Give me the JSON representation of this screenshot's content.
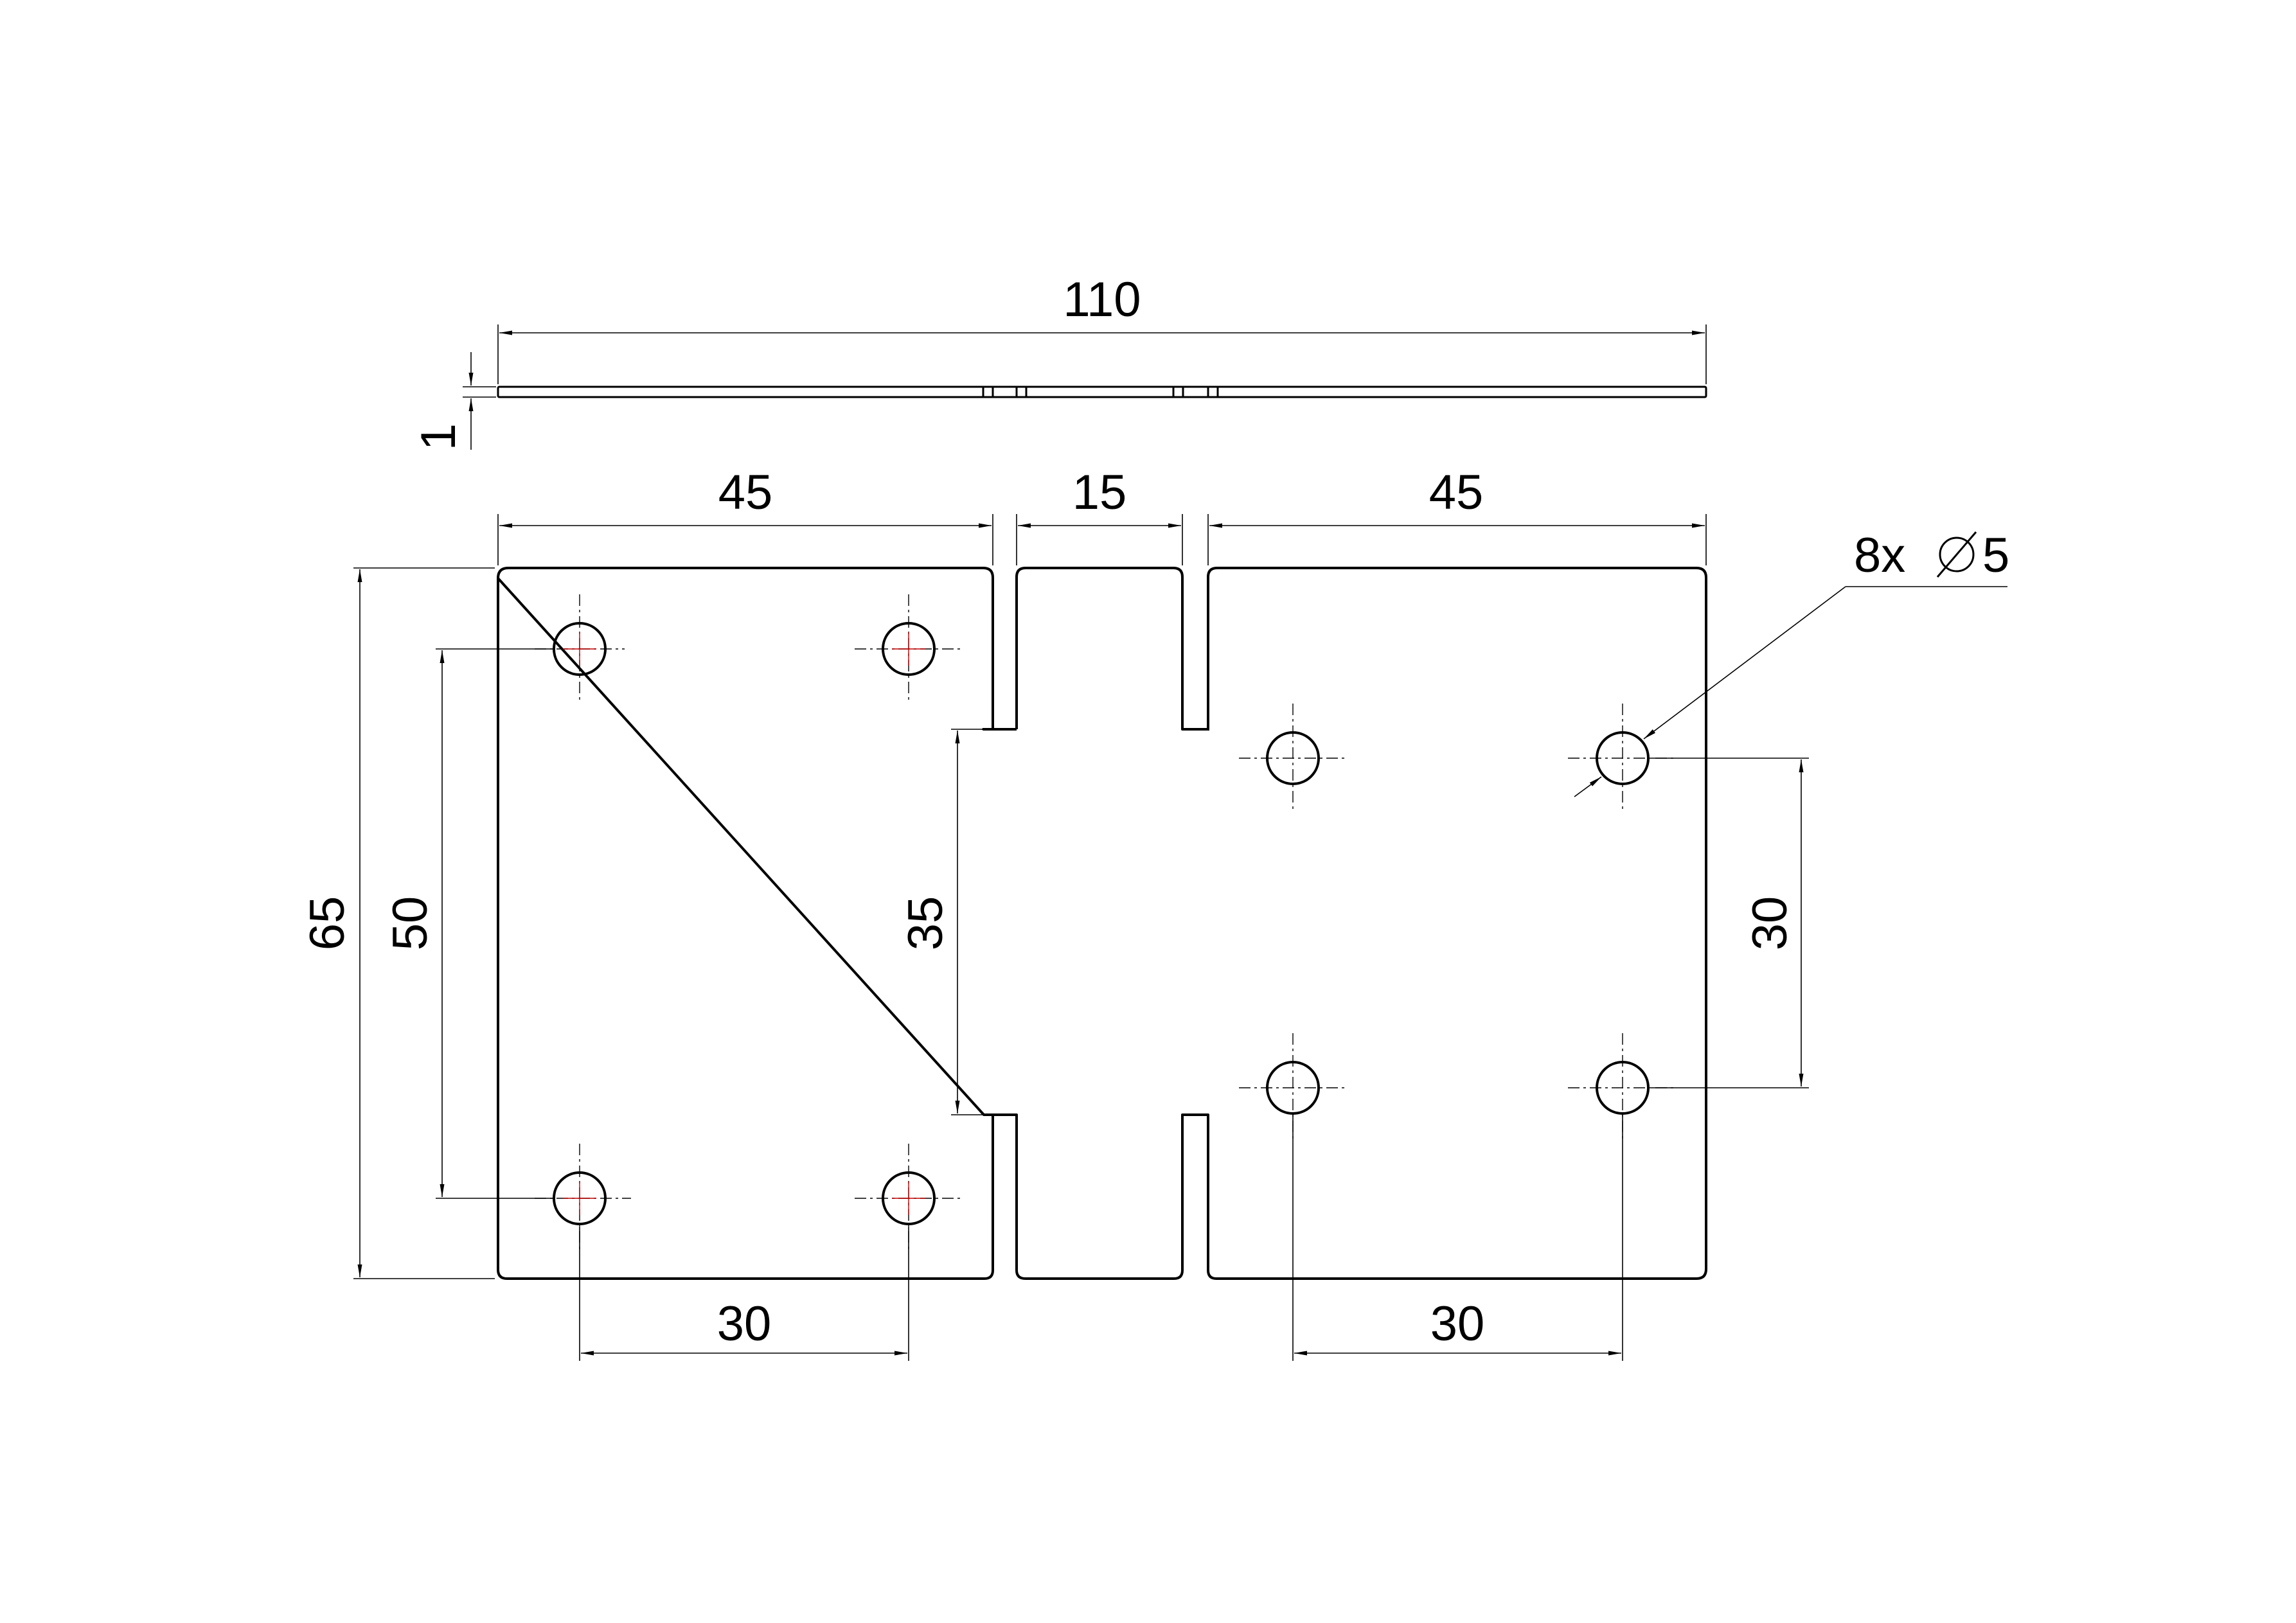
{
  "dimensions": {
    "overall_length": "110",
    "thickness": "1",
    "left_leaf_width": "45",
    "middle_width": "15",
    "right_leaf_width": "45",
    "overall_height": "65",
    "left_hole_vertical_spacing": "50",
    "slot_spacing": "35",
    "right_hole_vertical_spacing": "30",
    "left_hole_horizontal_spacing": "30",
    "right_hole_horizontal_spacing": "30"
  },
  "hole_callout": {
    "count": "8x",
    "diameter_symbol": "⌀",
    "diameter": "5"
  }
}
